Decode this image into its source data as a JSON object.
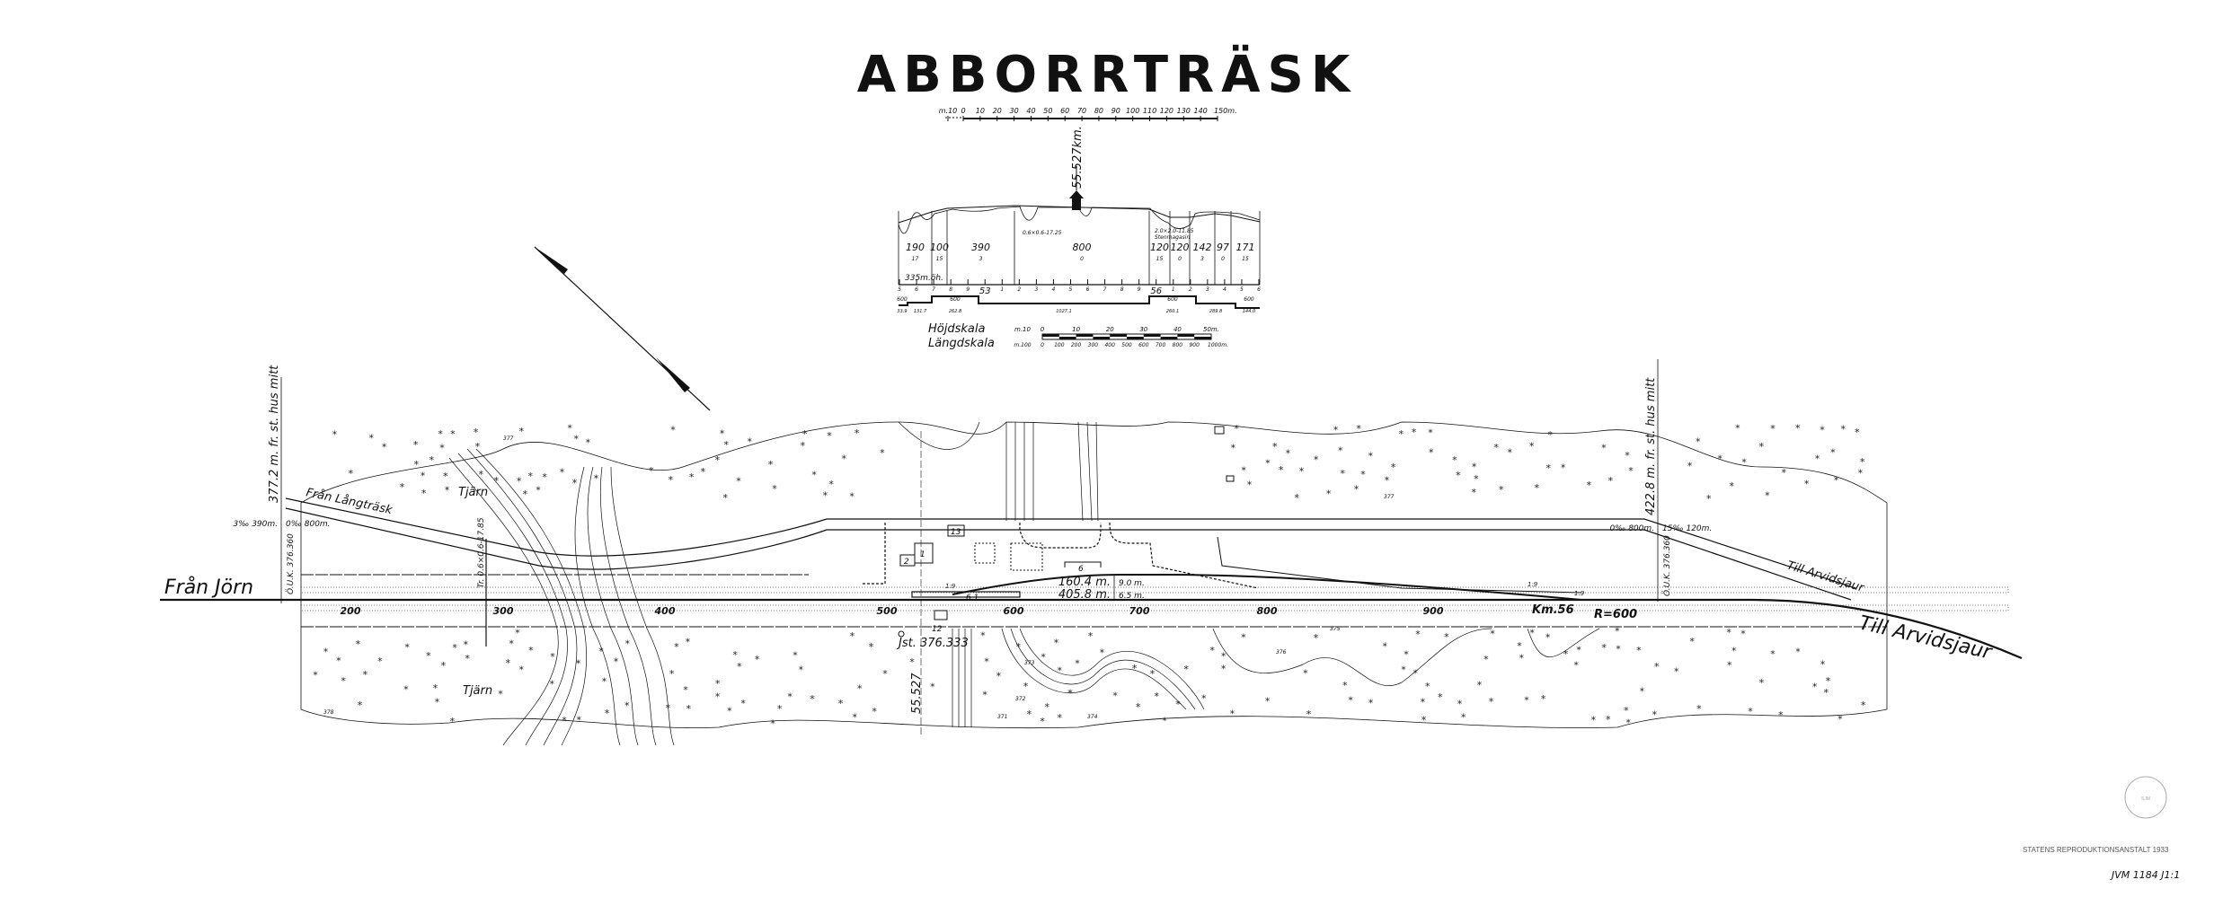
{
  "title": "ABBORRTRÄSK",
  "top_scale": {
    "ticks": [
      "m.10",
      "0",
      "10",
      "20",
      "30",
      "40",
      "50",
      "60",
      "70",
      "80",
      "90",
      "100",
      "110",
      "120",
      "130",
      "140",
      "150m."
    ]
  },
  "profile": {
    "km_label": "55.527km.",
    "segments": [
      {
        "length": "190",
        "gradient": "17"
      },
      {
        "length": "100",
        "gradient": "15"
      },
      {
        "length": "390",
        "gradient": "3"
      },
      {
        "length": "800",
        "gradient": "0"
      },
      {
        "length": "120",
        "gradient": "15"
      },
      {
        "length": "120",
        "gradient": "0"
      },
      {
        "length": "142",
        "gradient": "3"
      },
      {
        "length": "97",
        "gradient": "0"
      },
      {
        "length": "171",
        "gradient": "15"
      }
    ],
    "culvert_note": "0.6×0.6-17.25",
    "culvert_note_2": "2.0×2.0-11.85",
    "bridge_note": "Stenmagasin",
    "low_point": "335m.öh.",
    "km_markers": [
      "5",
      "6",
      "7",
      "8",
      "9",
      "53",
      "1",
      "2",
      "3",
      "4",
      "5",
      "6",
      "7",
      "8",
      "9",
      "56",
      "1",
      "2",
      "3",
      "4",
      "5",
      "6"
    ],
    "radii": [
      {
        "r": "600",
        "len": "33.9"
      },
      {
        "r": "",
        "len": "131.7"
      },
      {
        "r": "600",
        "len": "262.8"
      },
      {
        "r": "",
        "len": "1027.1"
      },
      {
        "r": "600",
        "len": "260.1"
      },
      {
        "r": "",
        "len": "289.8"
      },
      {
        "r": "600",
        "len": "144.0"
      }
    ]
  },
  "scale_legend": {
    "height_label": "Höjdskala",
    "height_ticks": [
      "m.10",
      "0",
      "10",
      "20",
      "30",
      "40",
      "50m."
    ],
    "length_label": "Längdskala",
    "length_ticks": [
      "m.100",
      "0",
      "100",
      "200",
      "300",
      "400",
      "500",
      "600",
      "700",
      "800",
      "900",
      "1000m."
    ]
  },
  "map": {
    "from_left": "Från Jörn",
    "from_road": "Från Långträsk",
    "to_right": "Till Arvidsjaur",
    "to_road": "Till Arvidsjaur",
    "pond_north": "Tjärn",
    "pond_south": "Tjärn",
    "left_dist": "377.2 m. fr. st. hus mitt",
    "right_dist": "422.8 m. fr. st. hus mitt",
    "left_grade_a": "3‰ 390m.",
    "left_grade_b": "0‰ 800m.",
    "right_grade_a": "0‰ 800m.",
    "right_grade_b": "15‰ 120m.",
    "left_ouk": "Ö.U.K. 376.360",
    "right_ouk": "Ö.U.K. 376.360",
    "culvert": "Tr. 0.6×0.6-17.85",
    "chainage": [
      "200",
      "300",
      "400",
      "500",
      "600",
      "700",
      "800",
      "900"
    ],
    "km_label": "Km.56",
    "radius_label": "R=600",
    "track1_len": "160.4 m.",
    "track2_len": "405.8 m.",
    "spacing1": "9.0 m.",
    "spacing2": "6.5 m.",
    "benchmark": "Jst. 376.333",
    "station_km": "55.527",
    "buildings": [
      "1",
      "2",
      "13",
      "12",
      "6",
      "6.1"
    ],
    "switches": [
      "1:9",
      "1:9",
      "1:9"
    ],
    "contours": [
      "377",
      "376",
      "375",
      "374",
      "373",
      "372",
      "371",
      "378"
    ]
  },
  "footer": {
    "printer": "STATENS REPRODUKTIONSANSTALT 1933",
    "catalogue": "JVM 1184 J1:1",
    "stamp": "SVENSKA JÄRNVÄGSMUSEUM"
  }
}
